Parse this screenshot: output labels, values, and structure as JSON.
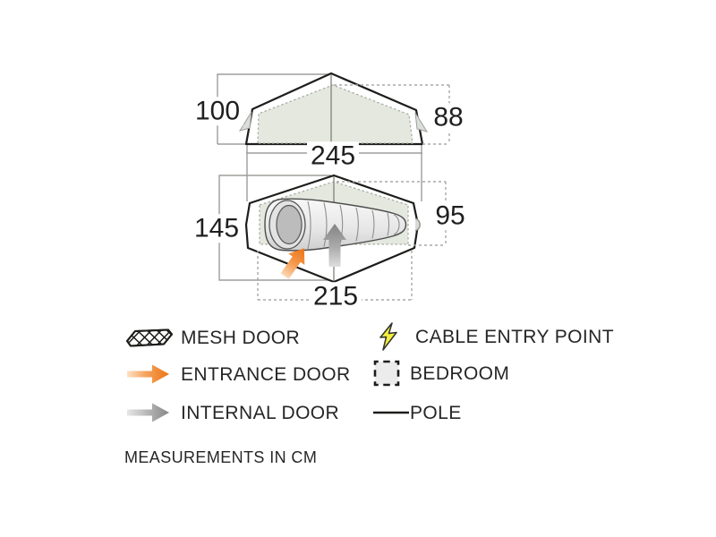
{
  "dimensions": {
    "flysheet_height": "100",
    "bedroom_height": "88",
    "flysheet_length": "245",
    "flysheet_width": "145",
    "bedroom_width": "95",
    "bedroom_length": "215"
  },
  "legend": {
    "left": [
      {
        "icon": "mesh-door-icon",
        "label": "MESH DOOR"
      },
      {
        "icon": "entrance-door-icon",
        "label": "ENTRANCE DOOR"
      },
      {
        "icon": "internal-door-icon",
        "label": "INTERNAL DOOR"
      }
    ],
    "right": [
      {
        "icon": "cable-entry-point-icon",
        "label": "CABLE ENTRY POINT"
      },
      {
        "icon": "bedroom-icon",
        "label": "BEDROOM"
      },
      {
        "icon": "pole-icon",
        "label": "POLE"
      }
    ]
  },
  "note": "MEASUREMENTS IN CM",
  "colors": {
    "tent_fill": "#e4e8df",
    "outline": "#1d1d1b",
    "dimension_line": "#9d9d9c",
    "dashed_line": "#a9a9a9",
    "entrance_arrow": "#ec7414",
    "internal_arrow": "#868686",
    "cable_bolt": "#f3ee3b"
  }
}
